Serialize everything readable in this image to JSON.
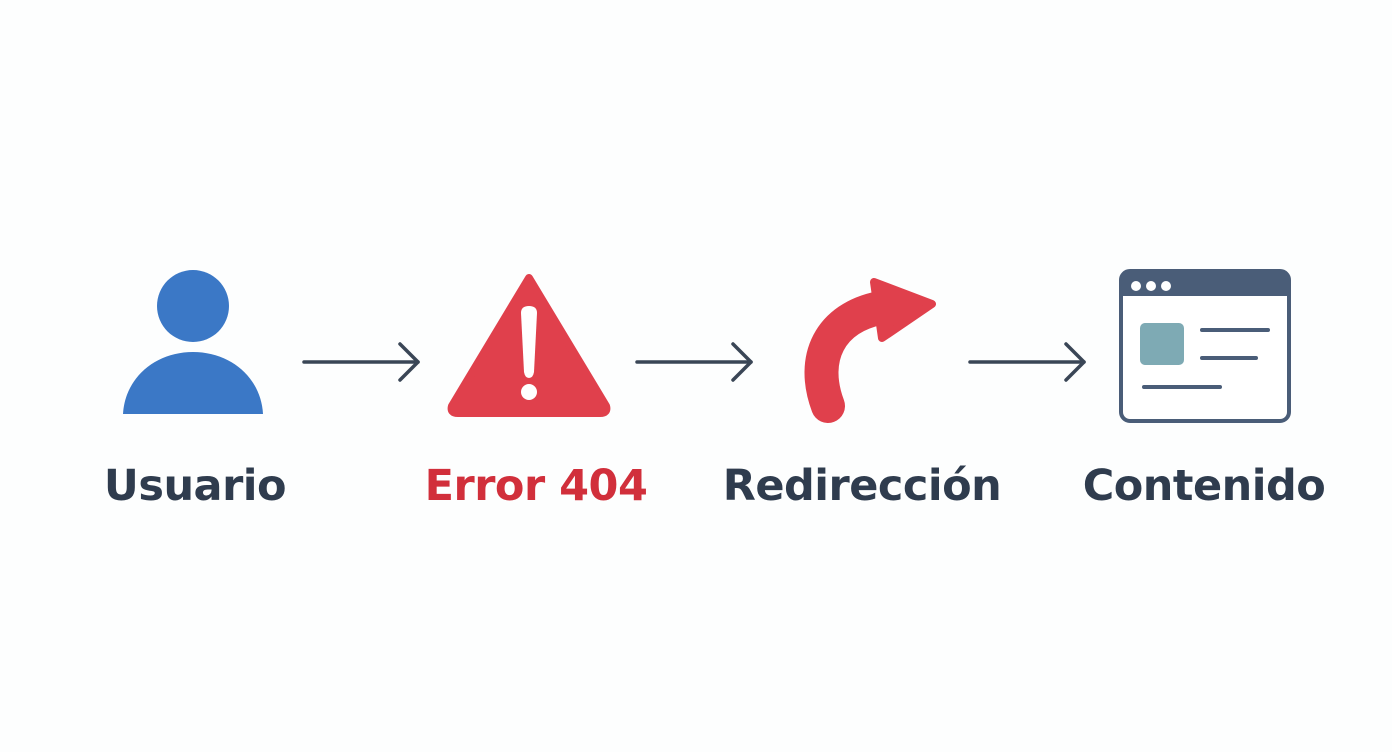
{
  "diagram": {
    "type": "flow",
    "direction": "left-to-right",
    "steps": [
      {
        "label": "Usuario",
        "icon": "user-icon",
        "label_color": "#2f3c4e"
      },
      {
        "label": "Error 404",
        "icon": "warning-icon",
        "label_color": "#d12f3b"
      },
      {
        "label": "Redirección",
        "icon": "redirect-arrow-icon",
        "label_color": "#2f3c4e"
      },
      {
        "label": "Contenido",
        "icon": "browser-window-icon",
        "label_color": "#2f3c4e"
      }
    ],
    "colors": {
      "user": "#3b78c6",
      "warning": "#e0404c",
      "redirect": "#e0404c",
      "browser_frame": "#4a5d78",
      "browser_content": "#7eaab4",
      "connector": "#3a4656"
    }
  }
}
